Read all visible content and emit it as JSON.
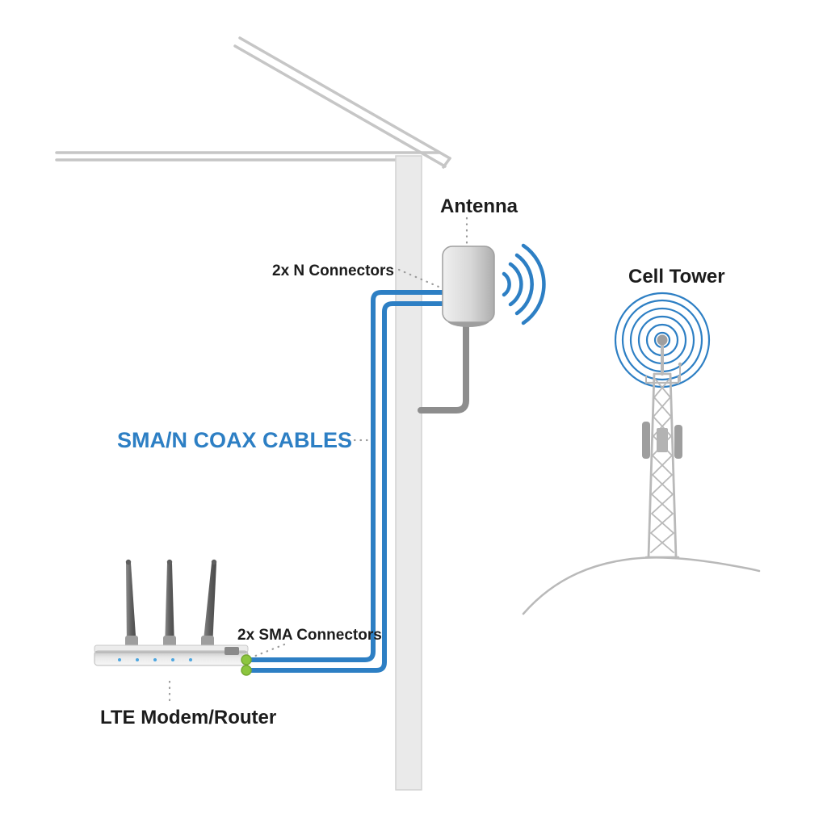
{
  "labels": {
    "antenna": "Antenna",
    "n_connectors": "2x N Connectors",
    "coax_cables": "SMA/N COAX CABLES",
    "cell_tower": "Cell Tower",
    "sma_connectors": "2x SMA Connectors",
    "modem_router": "LTE Modem/Router"
  },
  "colors": {
    "accent_blue": "#2d7fc4",
    "structure_gray": "#c6c6c6",
    "pole_fill": "#eaeaea",
    "tower_gray": "#b9b9b9",
    "cable_dark": "#8d8d8d",
    "connector_green": "#8cc63e",
    "leader_gray": "#9b9b9b",
    "label_dark": "#1c1c1c"
  }
}
